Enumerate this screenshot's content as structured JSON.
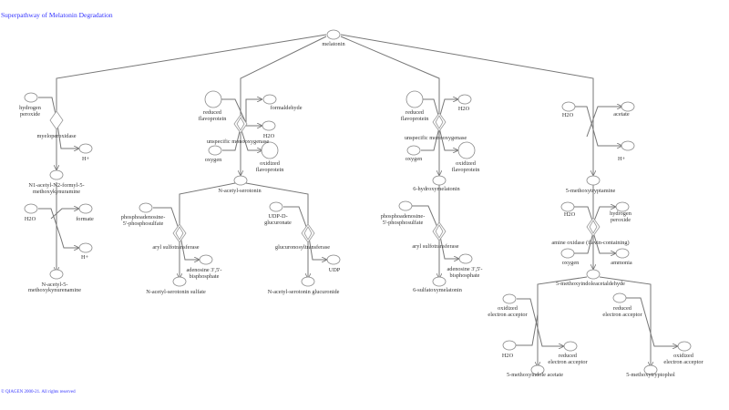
{
  "title": "Superpathway of Melatonin Degradation",
  "copyright": "© QIAGEN 2000-21. All rights reserved",
  "compounds": {
    "melatonin": "melatonin",
    "hydrogen_peroxide_1": [
      "hydrogen",
      "peroxide"
    ],
    "h_plus_1": "H+",
    "afmk": [
      "N1-acetyl-N2-formyl-5-",
      "methoxykynuramine"
    ],
    "h2o_1": "H2O",
    "formate": "formate",
    "h_plus_2": "H+",
    "amk": [
      "N-acetyl-5-",
      "methoxykynurenamine"
    ],
    "reduced_flavoprotein_1": [
      "reduced",
      "flavoprotein"
    ],
    "formaldehyde": "formaldehyde",
    "h2o_2": "H2O",
    "oxygen_1": "oxygen",
    "oxidized_flavoprotein_1": [
      "oxidized",
      "flavoprotein"
    ],
    "n_acetyl_serotonin": "N-acetyl-serotonin",
    "paps_1": [
      "phosphoadenosine-",
      "5'-phosphosulfate"
    ],
    "pap_1": [
      "adenosine 3',5'-",
      "bisphosphate"
    ],
    "nas_sulfate": "N-acetyl-serotonin sulfate",
    "udp_glucuronate": [
      "UDP-D-",
      "glucuronate"
    ],
    "udp": "UDP",
    "nas_glucuronide": "N-acetyl-serotonin glucuronide",
    "reduced_flavoprotein_2": [
      "reduced",
      "flavoprotein"
    ],
    "h2o_3": "H2O",
    "oxygen_2": "oxygen",
    "oxidized_flavoprotein_2": [
      "oxidized",
      "flavoprotein"
    ],
    "hydroxymelatonin": "6-hydroxymelatonin",
    "paps_2": [
      "phosphoadenosine-",
      "5'-phosphosulfate"
    ],
    "pap_2": [
      "adenosine 3',5'-",
      "bisphosphate"
    ],
    "sulfatoxymelatonin": "6-sulfatoxymelatonin",
    "h2o_4": "H2O",
    "acetate": "acetate",
    "h_plus_3": "H+",
    "methoxytryptamine": "5-methoxytryptamine",
    "h2o_5": "H2O",
    "hydrogen_peroxide_2": [
      "hydrogen",
      "peroxide"
    ],
    "oxygen_3": "oxygen",
    "ammonia": "ammonia",
    "methoxyindoleacetaldehyde": "5-methoxyindoleacetaldehyde",
    "oxidized_ea_1": [
      "oxidized",
      "electron acceptor"
    ],
    "h2o_6": "H2O",
    "reduced_ea_1": [
      "reduced",
      "electron acceptor"
    ],
    "methoxyindole_acetate": "5-methoxyindole acetate",
    "reduced_ea_2": [
      "reduced",
      "electron acceptor"
    ],
    "oxidized_ea_2": [
      "oxidized",
      "electron acceptor"
    ],
    "methoxytryptophol": "5-methoxytryptophol"
  },
  "enzymes": {
    "myeloperoxidase": "myeloperoxidase",
    "unspecific_monooxygenase_1": "unspecific monooxygenase",
    "aryl_sulfotransferase_1": "aryl sulfotransferase",
    "glucuronosyltransferase": "glucuronosyltransferase",
    "unspecific_monooxygenase_2": "unspecific monooxygenase",
    "aryl_sulfotransferase_2": "aryl sulfotransferase",
    "amine_oxidase": "amine oxidase (flavin-containing)"
  },
  "colors": {
    "link": "#3333ff",
    "edge": "#777777",
    "node_stroke": "#888888"
  }
}
